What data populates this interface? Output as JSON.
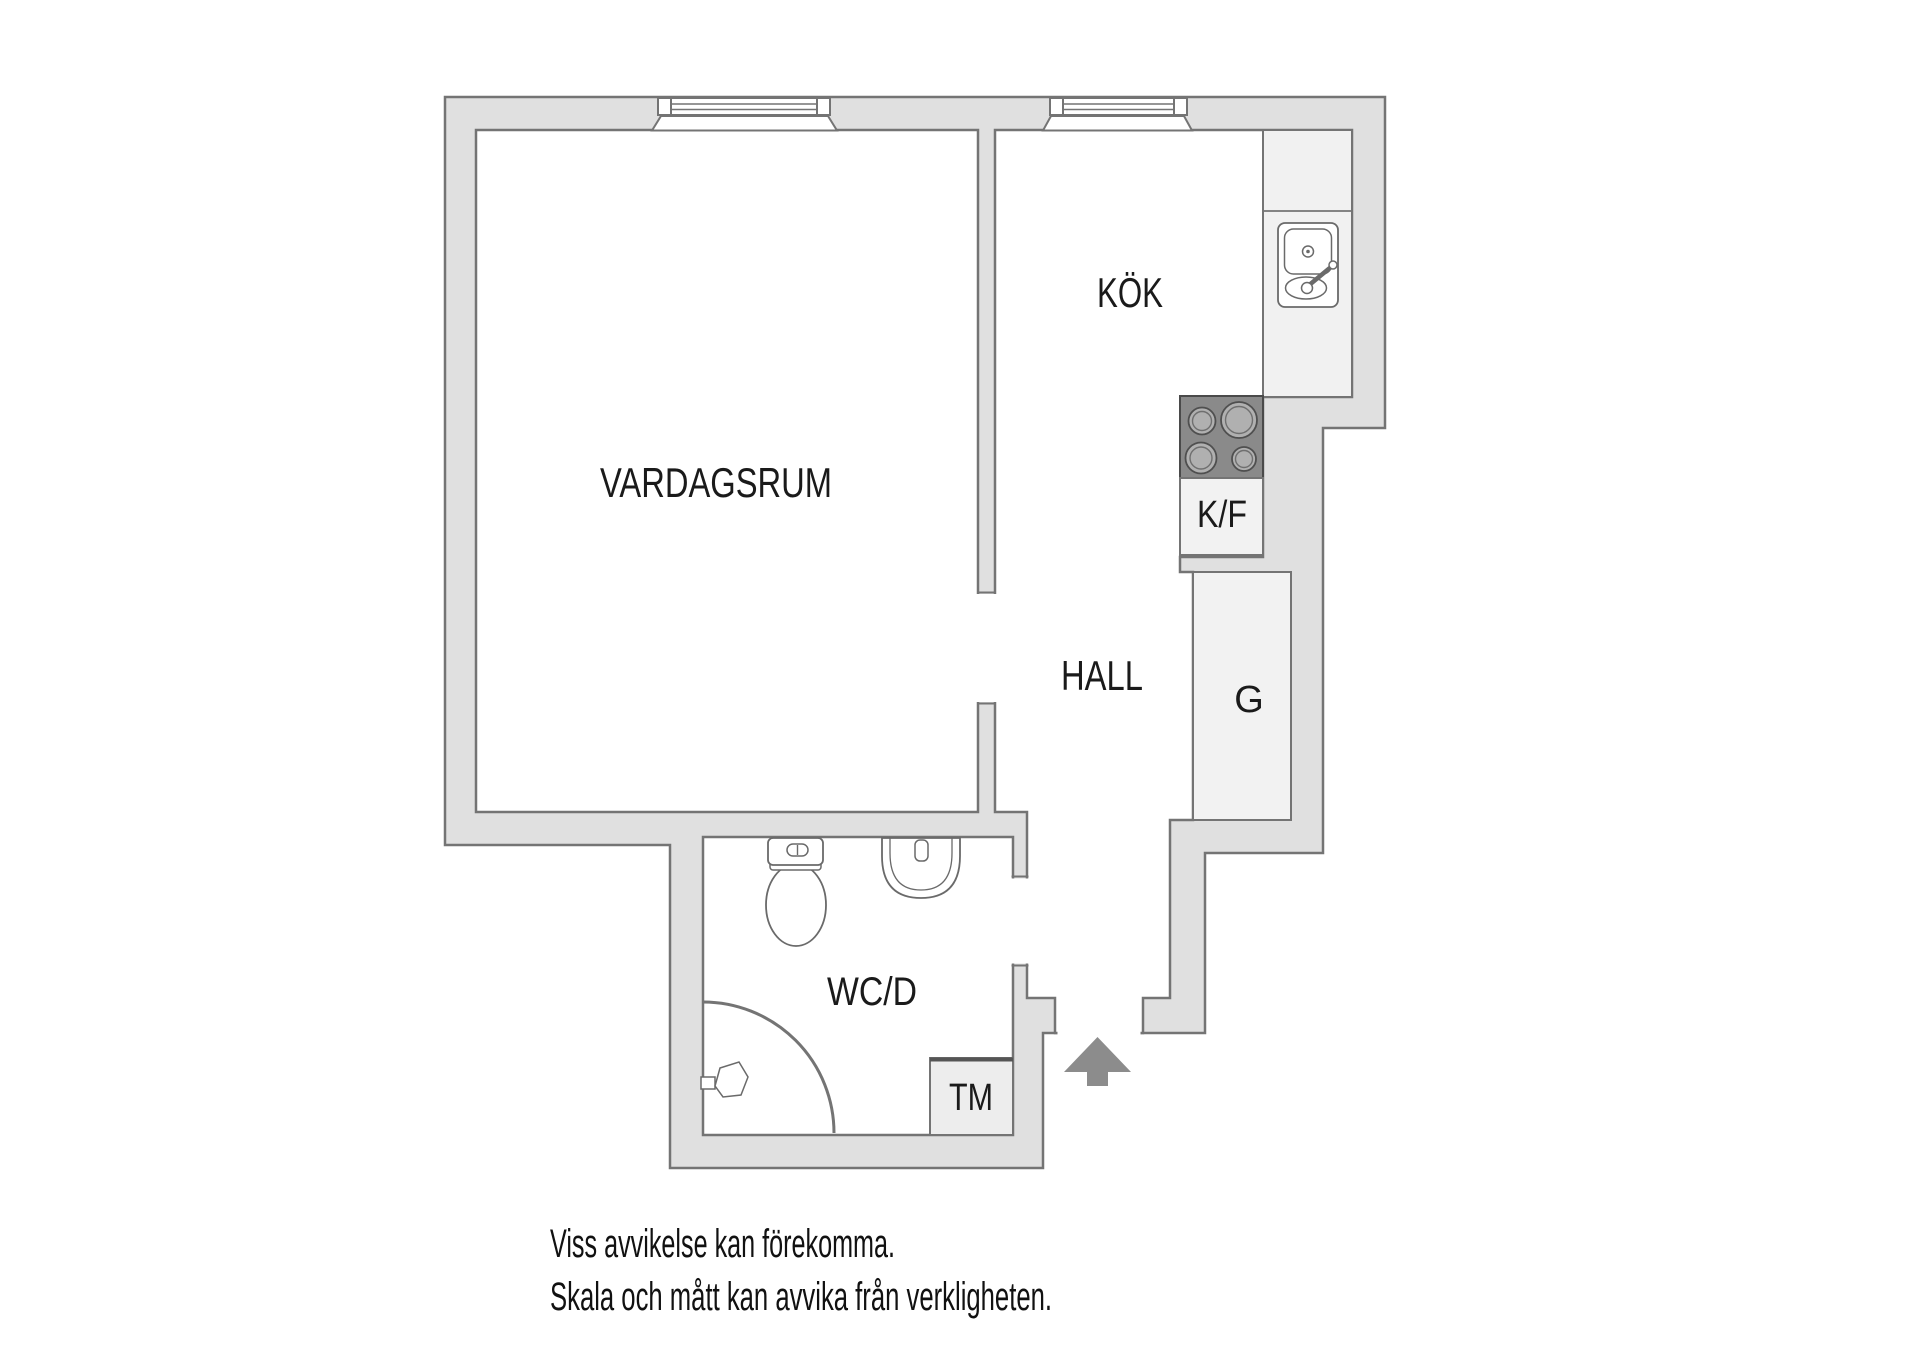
{
  "floorplan": {
    "title": "apartment-floor-plan",
    "rooms": {
      "vardagsrum": {
        "label": "VARDAGSRUM"
      },
      "kok": {
        "label": "KÖK"
      },
      "hall": {
        "label": "HALL"
      },
      "wcd": {
        "label": "WC/D"
      }
    },
    "fixtures": {
      "kf": {
        "label": "K/F"
      },
      "g": {
        "label": "G"
      },
      "tm": {
        "label": "TM"
      }
    },
    "icons": [
      "window-icon",
      "kitchen-sink-icon",
      "stove-icon",
      "toilet-icon",
      "washbasin-icon",
      "shower-head-icon",
      "shower-arc-icon",
      "entrance-arrow-icon"
    ],
    "colors": {
      "wall_fill": "#e0e0e0",
      "outline": "#747474",
      "room_fill": "#ffffff",
      "fixture_fill": "#f1f1f1",
      "stove_fill": "#8a8a8a",
      "stove_outline": "#4a4a4a",
      "burner_fill": "#b0b0b0",
      "arrow_fill": "#8c8c8c",
      "text": "#1a1a1a"
    }
  },
  "disclaimer": {
    "line1": "Viss avvikelse kan förekomma.",
    "line2": "Skala och mått kan avvika från verkligheten."
  }
}
